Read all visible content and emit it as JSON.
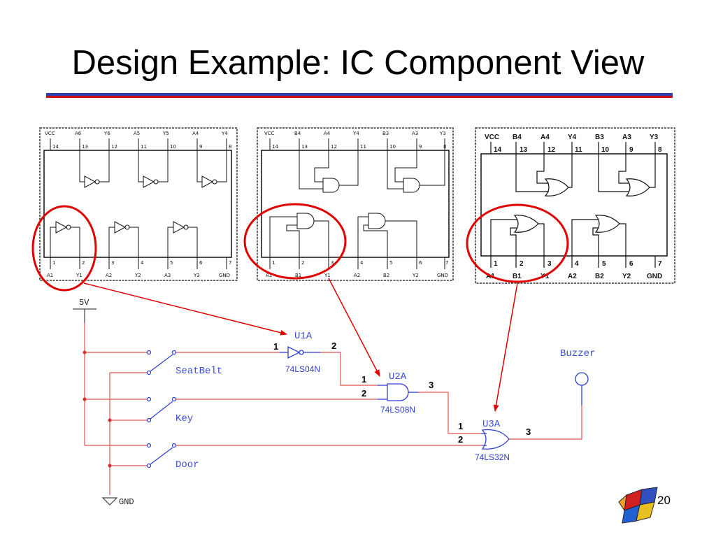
{
  "slide": {
    "title": "Design Example: IC Component View",
    "page_number": "20"
  },
  "chip_not": {
    "top_labels": [
      "VCC",
      "A6",
      "Y6",
      "A5",
      "Y5",
      "A4",
      "Y4"
    ],
    "top_pins": [
      "14",
      "13",
      "12",
      "11",
      "10",
      "9",
      "8"
    ],
    "bottom_pins": [
      "1",
      "2",
      "3",
      "4",
      "5",
      "6",
      "7"
    ],
    "bottom_labels": [
      "A1",
      "Y1",
      "A2",
      "Y2",
      "A3",
      "Y3",
      "GND"
    ]
  },
  "chip_and": {
    "top_labels": [
      "VCC",
      "B4",
      "A4",
      "Y4",
      "B3",
      "A3",
      "Y3"
    ],
    "top_pins": [
      "14",
      "13",
      "12",
      "11",
      "10",
      "9",
      "8"
    ],
    "bottom_pins": [
      "1",
      "2",
      "3",
      "4",
      "5",
      "6",
      "7"
    ],
    "bottom_labels": [
      "A1",
      "B1",
      "Y1",
      "A2",
      "B2",
      "Y2",
      "GND"
    ]
  },
  "chip_or": {
    "top_labels": [
      "VCC",
      "B4",
      "A4",
      "Y4",
      "B3",
      "A3",
      "Y3"
    ],
    "top_pins": [
      "14",
      "13",
      "12",
      "11",
      "10",
      "9",
      "8"
    ],
    "bottom_pins": [
      "1",
      "2",
      "3",
      "4",
      "5",
      "6",
      "7"
    ],
    "bottom_labels": [
      "A1",
      "B1",
      "Y1",
      "A2",
      "B2",
      "Y2",
      "GND"
    ]
  },
  "schematic": {
    "supply_label": "5V",
    "ground_label": "GND",
    "switches": [
      "SeatBelt",
      "Key",
      "Door"
    ],
    "output_label": "Buzzer",
    "u1": {
      "name": "U1A",
      "part": "74LS04N",
      "pin_in": "1",
      "pin_out": "2"
    },
    "u2": {
      "name": "U2A",
      "part": "74LS08N",
      "pin_in1": "1",
      "pin_in2": "2",
      "pin_out": "3"
    },
    "u3": {
      "name": "U3A",
      "part": "74LS32N",
      "pin_in1": "1",
      "pin_in2": "2",
      "pin_out": "3"
    }
  },
  "colors": {
    "wire": "#e05050",
    "component": "#2f3fd0",
    "label_blue": "#3a4fd4",
    "highlight": "#e00000",
    "title_rule_blue": "#2a3fb0",
    "title_rule_red": "#d01010"
  }
}
